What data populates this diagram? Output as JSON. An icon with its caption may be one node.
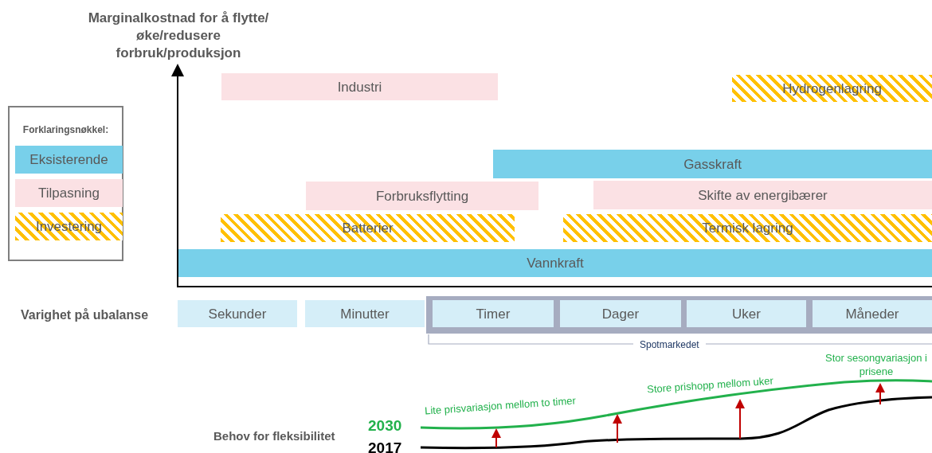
{
  "diagram": {
    "nodes": [
      {
        "text": [
          "Industri"
        ]
      },
      {
        "text": [
          "Hydrogenlagring"
        ]
      },
      {
        "text": [
          "Gasskraft"
        ]
      },
      {
        "text": [
          "Forbruksflytting"
        ]
      },
      {
        "text": [
          "Skifte av energibærer"
        ]
      },
      {
        "text": [
          "Batterier"
        ]
      },
      {
        "text": [
          "Termisk lagring"
        ]
      },
      {
        "text": [
          "Vannkraft"
        ]
      },
      {
        "text": [
          "Sekunder"
        ]
      },
      {
        "text": [
          "Minutter"
        ]
      },
      {
        "text": [],
        "shape": "box"
      },
      {
        "text": [
          "Timer"
        ],
        "in": 10
      },
      {
        "text": [
          "Dager"
        ],
        "in": 10
      },
      {
        "text": [
          "Uker"
        ],
        "in": 10
      },
      {
        "text": [
          "Måneder"
        ],
        "in": 10
      }
    ],
    "edges": [],
    "labels": [
      "Marginalkostnad  for å flytte/øke/redusere forbruk/produksjon",
      "Forklaringsnøkkel:",
      "Varighet på ubalanse",
      "Spotmarkedet",
      "Stor sesongvariasjon i prisene",
      "Store prishopp mellom uker",
      "Lite prisvariasjon mellom to timer",
      "2030",
      "Behov for fleksibilitet",
      "2017"
    ],
    "legend": [
      {
        "text": "Eksisterende",
        "color": "#78d0ea"
      },
      {
        "text": "Tilpasning",
        "color": "#fbe1e4"
      },
      {
        "text": "Investering",
        "color": "#ffc000"
      }
    ]
  }
}
